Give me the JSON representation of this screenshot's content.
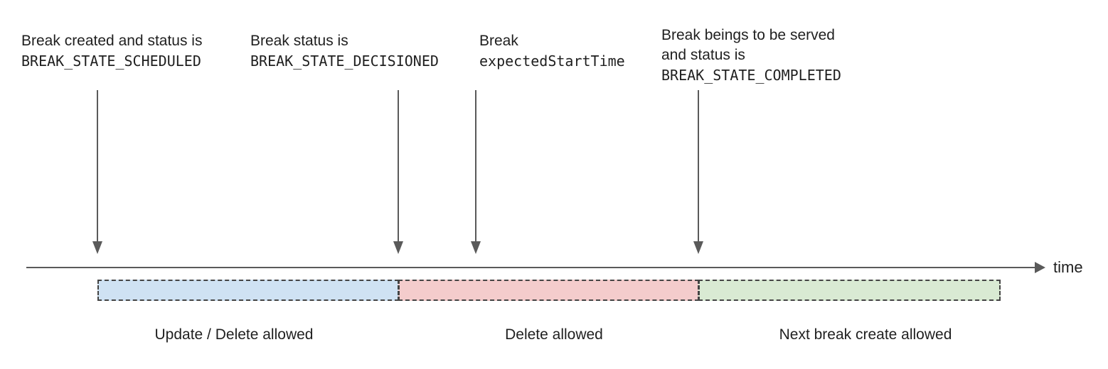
{
  "diagram": {
    "annotations": [
      {
        "line1": "Break created and status is",
        "code": "BREAK_STATE_SCHEDULED"
      },
      {
        "line1": "Break status is",
        "code": "BREAK_STATE_DECISIONED"
      },
      {
        "line1": "Break",
        "code": "expectedStartTime"
      },
      {
        "line1": "Break beings to be served",
        "line2": "and status is",
        "code": "BREAK_STATE_COMPLETED"
      }
    ],
    "timeline": {
      "axis_label": "time"
    },
    "segments": [
      {
        "label": "Update / Delete allowed",
        "fill": "#cfe2f3"
      },
      {
        "label": "Delete allowed",
        "fill": "#f4cccc"
      },
      {
        "label": "Next break create allowed",
        "fill": "#d9ead3"
      }
    ],
    "colors": {
      "arrow": "#5a5a5a",
      "segment_border": "#444444",
      "text": "#1f1f1f"
    }
  }
}
